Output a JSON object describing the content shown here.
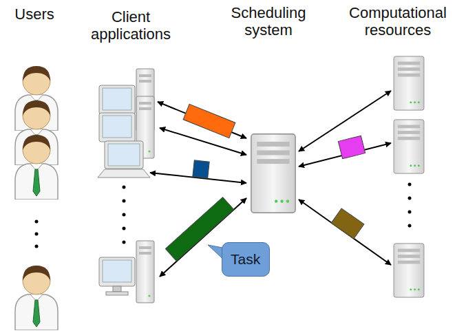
{
  "diagram": {
    "nodes": [
      {
        "text": [
          "Task"
        ]
      }
    ],
    "labels": [
      "Users",
      "Client applications",
      "Scheduling system",
      "Computational resources"
    ]
  }
}
